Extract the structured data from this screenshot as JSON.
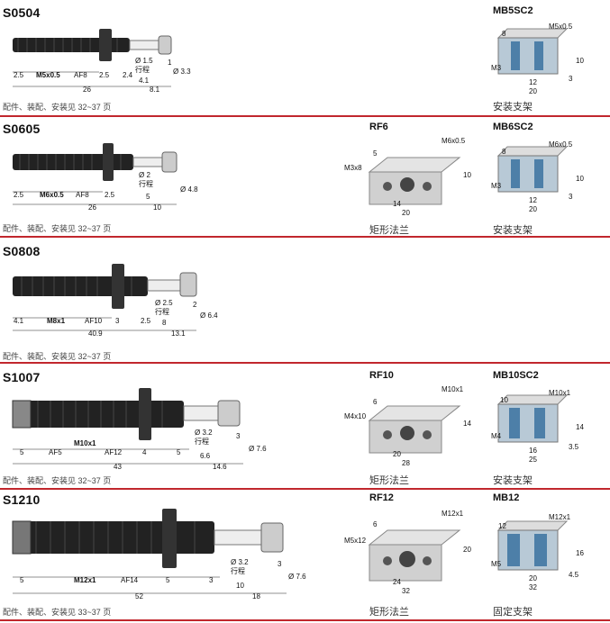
{
  "sections": [
    {
      "model": "S0504",
      "footer": "配件、装配、安装见 32~37 页",
      "dims": {
        "thread": "M5x0.5",
        "af": "AF8",
        "a": "2.5",
        "b": "2.5",
        "c": "2.4",
        "stroke_dia": "Ø 1.5",
        "stroke_label": "行程",
        "rod": "1",
        "head": "Ø 3.3",
        "d": "4.1",
        "total": "26",
        "e": "8.1"
      },
      "accessories": [
        {
          "label": "MB5SC2",
          "caption": "安装支架",
          "dims": {
            "t": "M5x0.5",
            "h": "8",
            "s": "M3",
            "w1": "12",
            "w2": "20",
            "hh": "10",
            "z": "3"
          }
        }
      ]
    },
    {
      "model": "S0605",
      "footer": "配件、装配、安装见 32~37 页",
      "dims": {
        "thread": "M6x0.5",
        "af": "AF8",
        "a": "2.5",
        "b": "2.5",
        "stroke_dia": "Ø 2",
        "stroke_label": "行程",
        "head": "Ø 4.8",
        "d": "5",
        "total": "26",
        "e": "10"
      },
      "accessories": [
        {
          "label": "RF6",
          "caption": "矩形法兰",
          "dims": {
            "t": "M6x0.5",
            "h": "5",
            "s": "M3x8",
            "w1": "14",
            "w2": "20",
            "hh": "10"
          }
        },
        {
          "label": "MB6SC2",
          "caption": "安装支架",
          "dims": {
            "t": "M6x0.5",
            "h": "8",
            "s": "M3",
            "w1": "12",
            "w2": "20",
            "hh": "10",
            "z": "3"
          }
        }
      ]
    },
    {
      "model": "S0808",
      "footer": "配件、装配、安装见 32~37 页",
      "dims": {
        "thread": "M8x1",
        "af": "AF10",
        "a": "4.1",
        "b": "3",
        "c": "2.5",
        "stroke_dia": "Ø 2.5",
        "stroke_label": "行程",
        "rod": "2",
        "head": "Ø 6.4",
        "d": "8",
        "total": "40.9",
        "e": "13.1"
      },
      "accessories": []
    },
    {
      "model": "S1007",
      "footer": "配件、装配、安装见 32~37 页",
      "dims": {
        "thread": "M10x1",
        "af": "AF12",
        "af2": "AF5",
        "a": "5",
        "b": "4",
        "c": "5",
        "stroke_dia": "Ø 3.2",
        "stroke_label": "行程",
        "rod": "3",
        "head": "Ø 7.6",
        "d": "6.6",
        "total": "43",
        "e": "14.6"
      },
      "accessories": [
        {
          "label": "RF10",
          "caption": "矩形法兰",
          "dims": {
            "t": "M10x1",
            "h": "6",
            "s": "M4x10",
            "w1": "20",
            "w2": "28",
            "hh": "14"
          }
        },
        {
          "label": "MB10SC2",
          "caption": "安装支架",
          "dims": {
            "t": "M10x1",
            "h": "10",
            "s": "M4",
            "w1": "16",
            "w2": "25",
            "hh": "14",
            "z": "3.5"
          }
        }
      ]
    },
    {
      "model": "S1210",
      "footer": "配件、装配、安装见 33~37 页",
      "dims": {
        "thread": "M12x1",
        "af": "AF14",
        "a": "5",
        "b": "5",
        "c": "3",
        "stroke_dia": "Ø 3.2",
        "stroke_label": "行程",
        "rod": "3",
        "head": "Ø 7.6",
        "d": "10",
        "total": "52",
        "e": "18"
      },
      "accessories": [
        {
          "label": "RF12",
          "caption": "矩形法兰",
          "dims": {
            "t": "M12x1",
            "h": "6",
            "s": "M5x12",
            "w1": "24",
            "w2": "32",
            "hh": "20"
          }
        },
        {
          "label": "MB12",
          "caption": "固定支架",
          "dims": {
            "t": "M12x1",
            "h": "12",
            "s": "M5",
            "w1": "20",
            "w2": "32",
            "hh": "16",
            "z": "4.5"
          }
        }
      ]
    }
  ]
}
